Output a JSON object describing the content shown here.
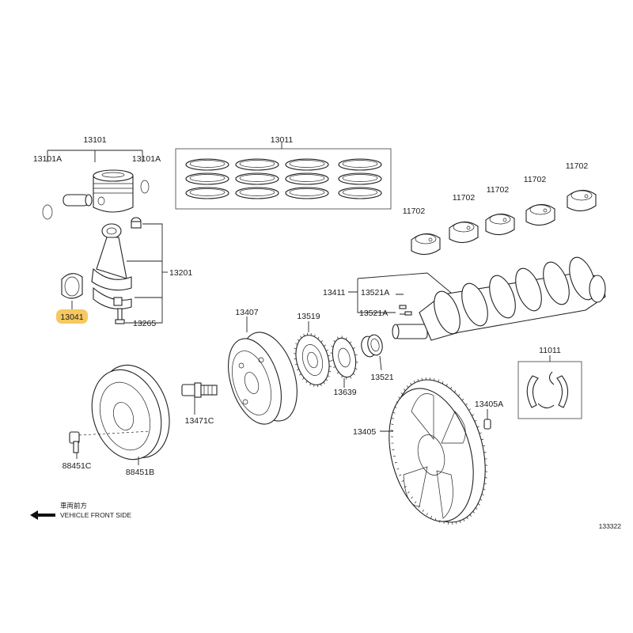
{
  "labels": {
    "p13101": "13101",
    "p13101A_left": "13101A",
    "p13101A_right": "13101A",
    "p13011": "13011",
    "p13201": "13201",
    "p13041": "13041",
    "p13265": "13265",
    "p11702_a": "11702",
    "p11702_b": "11702",
    "p11702_c": "11702",
    "p11702_d": "11702",
    "p11702_e": "11702",
    "p13411": "13411",
    "p13521A_a": "13521A",
    "p13521A_b": "13521A",
    "p13407": "13407",
    "p13519": "13519",
    "p13521": "13521",
    "p13639": "13639",
    "p11011": "11011",
    "p13471C": "13471C",
    "p13405A": "13405A",
    "p13405": "13405",
    "p88451C": "88451C",
    "p88451B": "88451B"
  },
  "direction": {
    "japanese": "車両前方",
    "english": "VEHICLE FRONT SIDE"
  },
  "diagram_id": "133322",
  "colors": {
    "highlight": "#f6c85f",
    "line": "#222222"
  }
}
